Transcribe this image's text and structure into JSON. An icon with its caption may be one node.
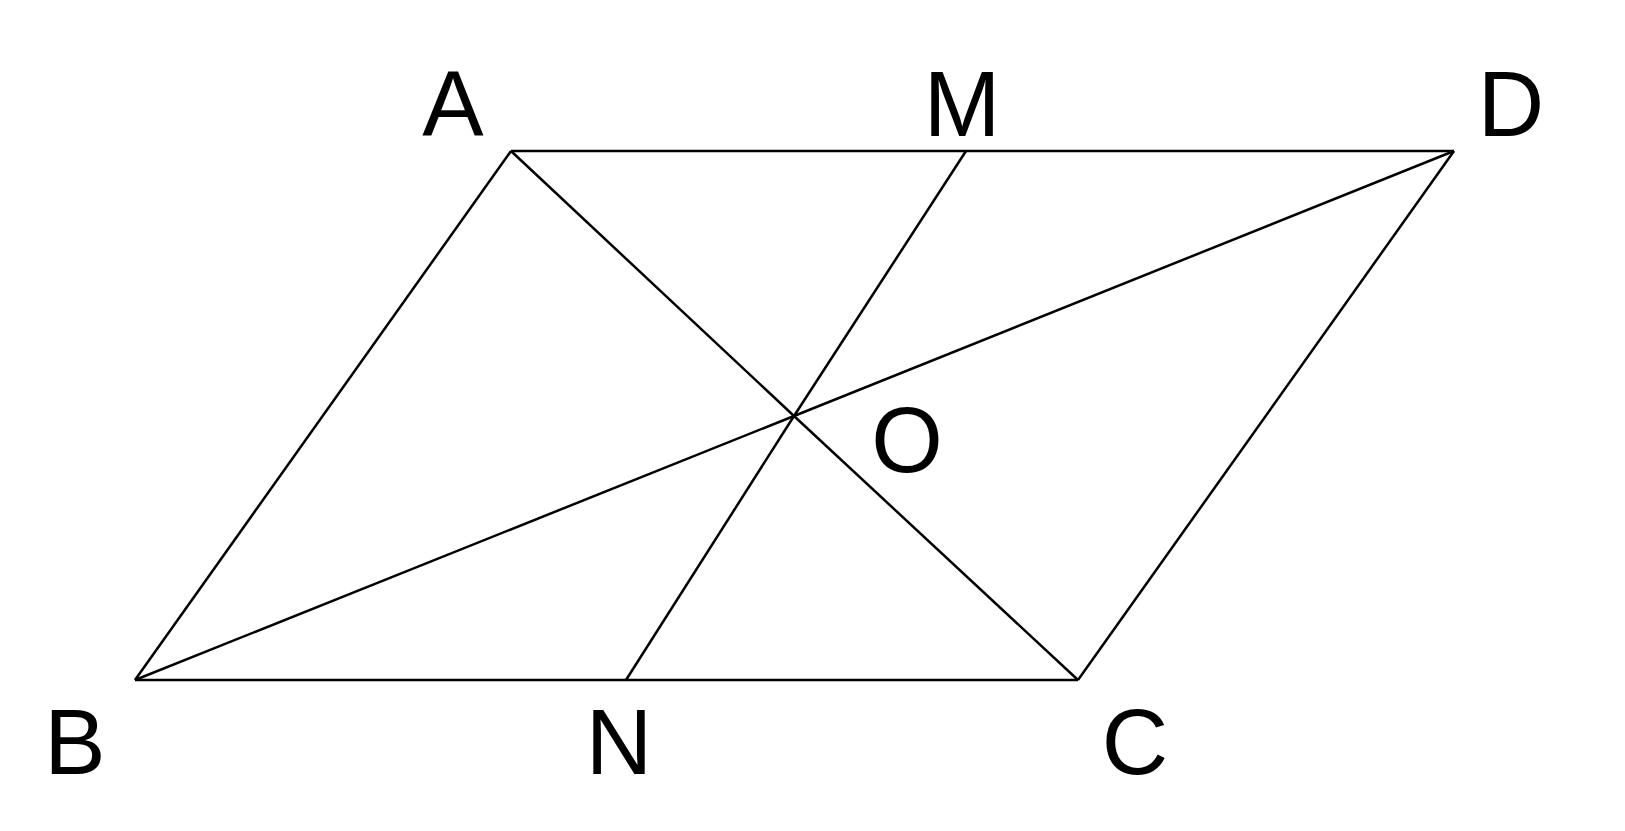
{
  "diagram": {
    "nodes": [
      {
        "text": [
          "A"
        ]
      },
      {
        "text": [
          "M"
        ]
      },
      {
        "text": [
          "D"
        ]
      },
      {
        "text": [
          "O"
        ]
      },
      {
        "text": [
          "B"
        ]
      },
      {
        "text": [
          "N"
        ]
      },
      {
        "text": [
          "C"
        ]
      }
    ],
    "edges": [
      {
        "from": 0,
        "to": 1,
        "arrow": "none"
      },
      {
        "from": 1,
        "to": 2,
        "arrow": "none"
      },
      {
        "from": 0,
        "to": 4,
        "arrow": "none"
      },
      {
        "from": 2,
        "to": 6,
        "arrow": "none"
      },
      {
        "from": 4,
        "to": 5,
        "arrow": "none"
      },
      {
        "from": 5,
        "to": 6,
        "arrow": "none"
      },
      {
        "from": 0,
        "to": 3,
        "arrow": "none"
      },
      {
        "from": 3,
        "to": 6,
        "arrow": "none"
      },
      {
        "from": 4,
        "to": 3,
        "arrow": "none"
      },
      {
        "from": 3,
        "to": 2,
        "arrow": "none"
      },
      {
        "from": 1,
        "to": 3,
        "arrow": "none"
      },
      {
        "from": 3,
        "to": 5,
        "arrow": "none"
      }
    ]
  }
}
